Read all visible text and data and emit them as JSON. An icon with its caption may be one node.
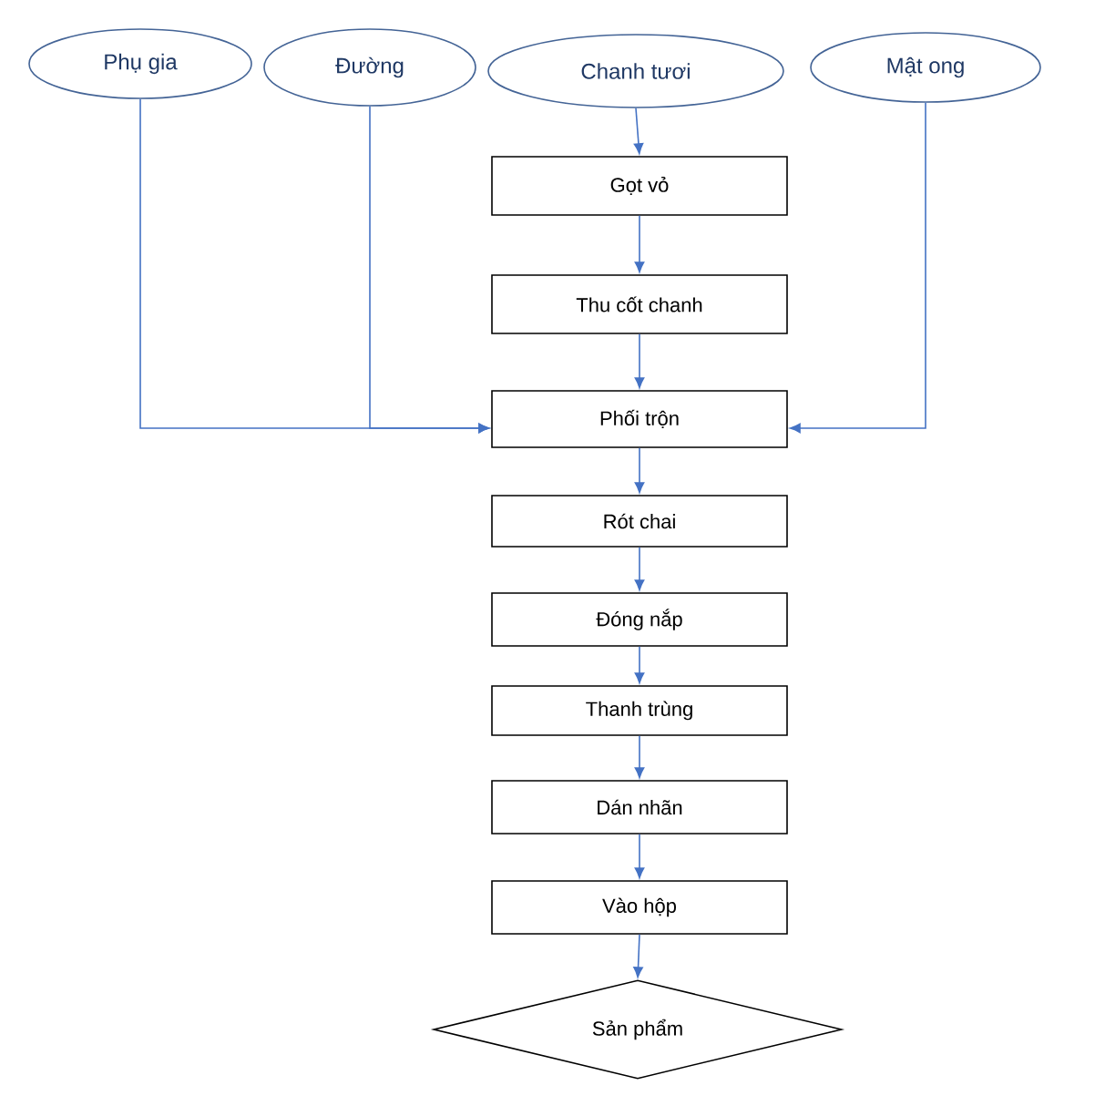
{
  "diagram": {
    "nodes": [
      {
        "text": [
          "Phụ gia"
        ]
      },
      {
        "text": [
          "Đường"
        ]
      },
      {
        "text": [
          "Chanh tươi"
        ]
      },
      {
        "text": [
          "Mật ong"
        ]
      },
      {
        "text": [
          "Gọt vỏ"
        ]
      },
      {
        "text": [
          "Thu cốt chanh"
        ]
      },
      {
        "text": [
          "Phối trộn"
        ]
      },
      {
        "text": [
          "Rót chai"
        ]
      },
      {
        "text": [
          "Đóng nắp"
        ]
      },
      {
        "text": [
          "Thanh trùng"
        ]
      },
      {
        "text": [
          "Dán nhãn"
        ]
      },
      {
        "text": [
          "Vào hộp"
        ]
      },
      {
        "text": [
          "Sản phẩm"
        ]
      }
    ],
    "edges": [
      {
        "from": 2,
        "to": 4,
        "arrow": "to"
      },
      {
        "from": 4,
        "to": 5,
        "arrow": "to"
      },
      {
        "from": 5,
        "to": 6,
        "arrow": "to"
      },
      {
        "from": 0,
        "to": 6,
        "arrow": "to"
      },
      {
        "from": 1,
        "to": 6,
        "arrow": "to"
      },
      {
        "from": 3,
        "to": 6,
        "arrow": "to"
      },
      {
        "from": 6,
        "to": 7,
        "arrow": "to"
      },
      {
        "from": 7,
        "to": 8,
        "arrow": "to"
      },
      {
        "from": 8,
        "to": 9,
        "arrow": "to"
      },
      {
        "from": 9,
        "to": 10,
        "arrow": "to"
      },
      {
        "from": 10,
        "to": 11,
        "arrow": "to"
      },
      {
        "from": 11,
        "to": 12,
        "arrow": "to"
      }
    ]
  }
}
